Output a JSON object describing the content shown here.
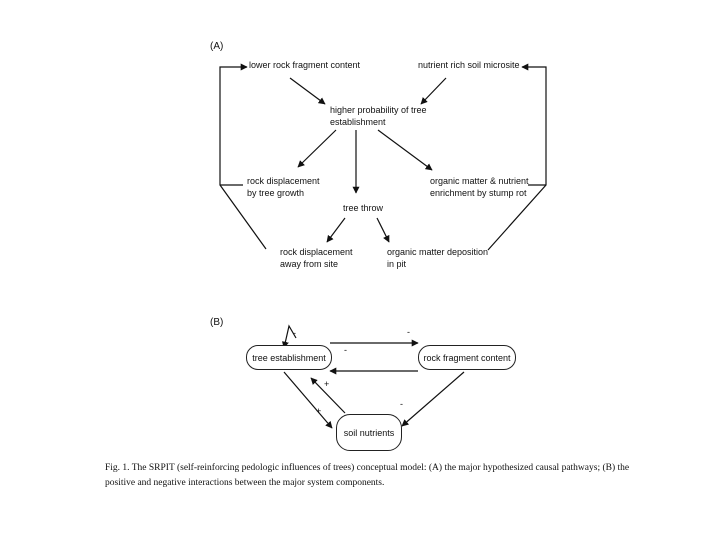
{
  "panel_a": {
    "label": "(A)",
    "nodes": {
      "lower_rock": "lower rock fragment content",
      "nutrient_microsite": "nutrient rich soil microsite",
      "higher_prob_1": "higher probability of tree",
      "higher_prob_2": "establishment",
      "rock_disp_growth_1": "rock displacement",
      "rock_disp_growth_2": "by tree growth",
      "organic_enrich_1": "organic matter & nutrient",
      "organic_enrich_2": "enrichment by stump rot",
      "tree_throw": "tree throw",
      "rock_disp_away_1": "rock displacement",
      "rock_disp_away_2": "away from site",
      "organic_dep_1": "organic matter deposition",
      "organic_dep_2": "in pit"
    }
  },
  "panel_b": {
    "label": "(B)",
    "nodes": {
      "tree_establishment": "tree establishment",
      "rock_fragment": "rock fragment content",
      "soil_nutrients": "soil nutrients"
    },
    "signs": {
      "self_loop": "-",
      "tree_to_rock": "-",
      "rock_to_tree": "-",
      "rock_to_soil": "-",
      "soil_to_tree": "+",
      "tree_to_soil": "+"
    }
  },
  "caption": "Fig. 1. The SRPIT (self-reinforcing pedologic influences of trees) conceptual model: (A) the major hypothesized causal pathways; (B) the positive and negative interactions between the major system components."
}
